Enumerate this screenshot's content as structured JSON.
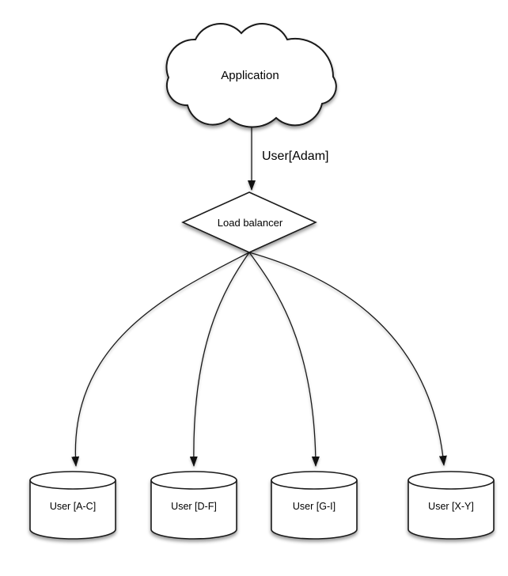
{
  "diagram": {
    "nodes": {
      "application": {
        "shape": "cloud",
        "label": "Application"
      },
      "load_balancer": {
        "shape": "diamond",
        "label": "Load balancer"
      },
      "shards": [
        {
          "shape": "cylinder",
          "label": "User [A-C]"
        },
        {
          "shape": "cylinder",
          "label": "User [D-F]"
        },
        {
          "shape": "cylinder",
          "label": "User [G-I]"
        },
        {
          "shape": "cylinder",
          "label": "User [X-Y]"
        }
      ]
    },
    "edges": {
      "app_to_lb": {
        "label": "User[Adam]"
      },
      "lb_to_shards_count": "4"
    },
    "colors": {
      "background": "#ffffff",
      "shape_fill": "#ffffff",
      "stroke": "#1a1a1a",
      "text": "#000000"
    }
  }
}
